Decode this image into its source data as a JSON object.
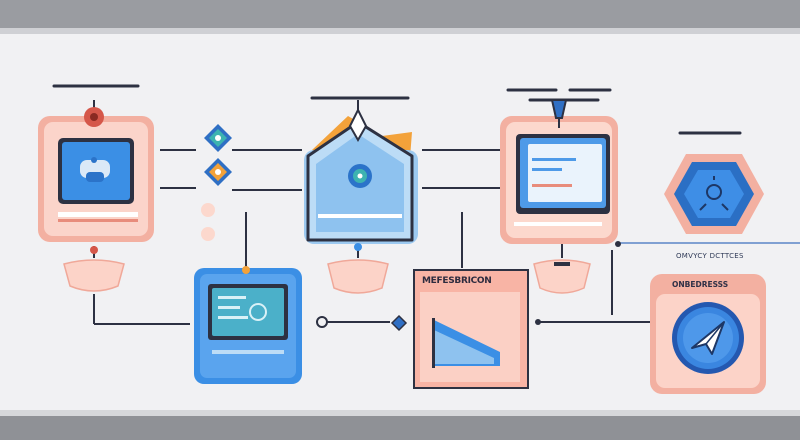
{
  "labels": {
    "doc_heading": "MEFESBRICON",
    "side_caption": "OMVYCY DCTTCES",
    "badge_heading": "ONBEDRESSS"
  },
  "colors": {
    "card_pink": "#f6b3a4",
    "card_pink_light": "#fde1da",
    "screen_blue": "#3a8ee6",
    "screen_blue_light": "#bcdcf6",
    "icon_blue": "#2b73c9",
    "accent_orange": "#f3a23a",
    "pin_red": "#d25a4d",
    "line_dark": "#2d3142"
  },
  "icons": [
    "monitor-icon",
    "home-tag-icon",
    "document-screen-icon",
    "hexagon-gear-icon",
    "tablet-screen-icon",
    "chart-document-icon",
    "paper-plane-icon",
    "diamond-icon",
    "pin-icon",
    "bowl-icon"
  ]
}
